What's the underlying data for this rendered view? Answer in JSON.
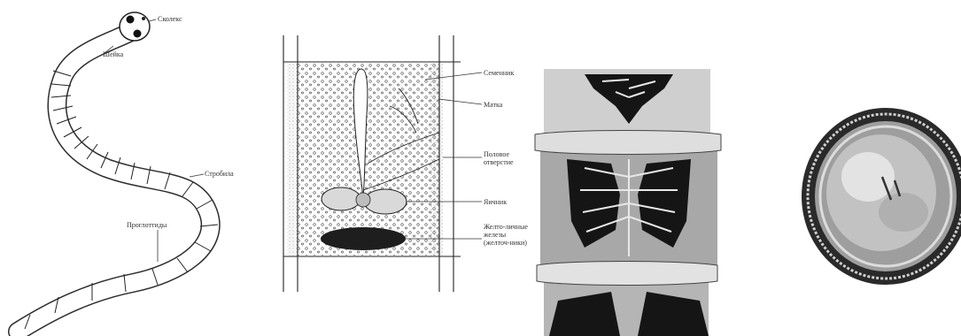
{
  "figure": {
    "panel1": {
      "labels": {
        "scolex": "Сколекс",
        "neck": "Шейка",
        "strobila": "Стробила",
        "proglottids": "Проглоттиды"
      }
    },
    "panel2": {
      "labels": {
        "seed": "Семенник",
        "uterus": "Матка",
        "genital_pore": "Половое отверстие",
        "ovary": "Яичник",
        "vitelline": "Желто-личные железы (желточ-ники)"
      }
    },
    "panel3": {},
    "panel4": {}
  },
  "colors": {
    "ink": "#222222",
    "dark_tissue": "#1a1a1a",
    "body_gray": "#9a9a9a",
    "light_gray": "#d6d6d6"
  }
}
